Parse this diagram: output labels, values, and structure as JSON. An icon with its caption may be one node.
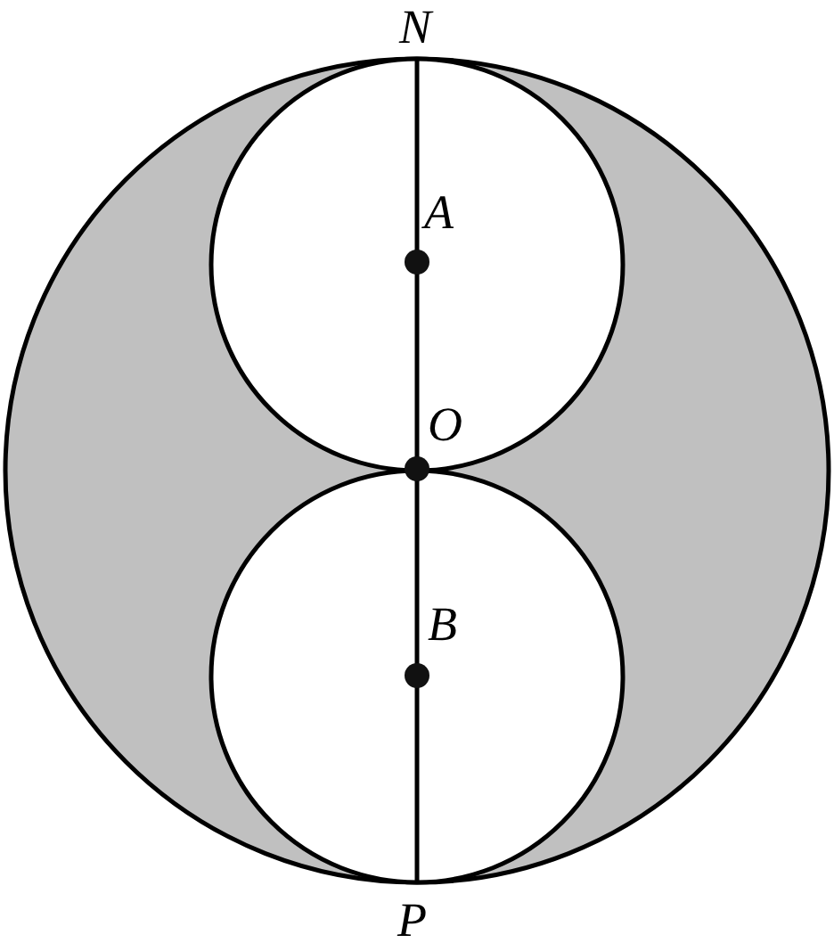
{
  "diagram": {
    "labels": [
      "N",
      "A",
      "O",
      "B",
      "P"
    ]
  }
}
